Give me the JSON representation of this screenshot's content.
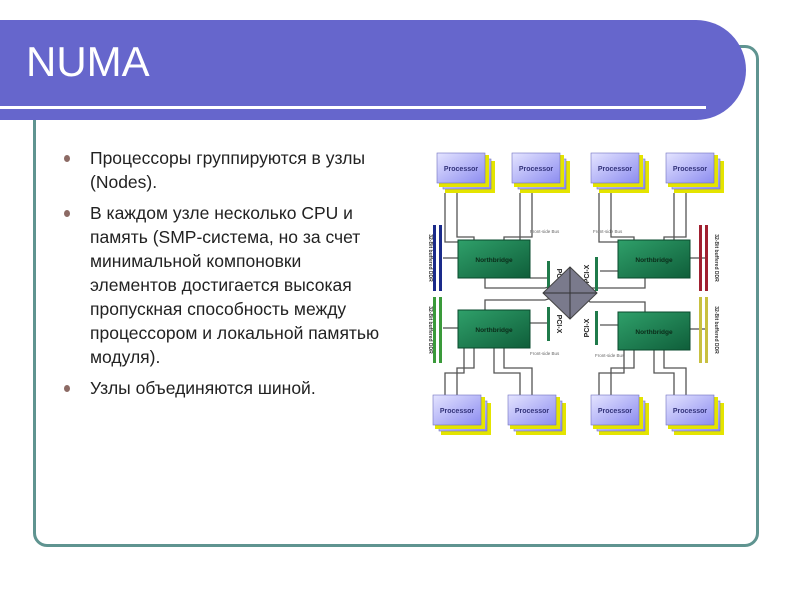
{
  "slide": {
    "title": "NUMA",
    "bullets": [
      "Процессоры группируются в узлы (Nodes).",
      "В каждом узле несколько CPU и память (SMP-система, но за счет минимальной компоновки элементов достигается высокая пропускная способность между процессором и локальной памятью модуля).",
      "Узлы объединяются шиной."
    ]
  },
  "diagram": {
    "processor_label": "Processor",
    "northbridge_label": "Northbridge",
    "fsb_label": "Front-side Bus",
    "pci_label": "PCI-X",
    "memory_label": "32-Bit buffered DDR",
    "colors": {
      "header": "#6666cc",
      "frame": "#5f9490",
      "processor": "#b8b8f8",
      "northbridge": "#1f8a5a"
    }
  }
}
